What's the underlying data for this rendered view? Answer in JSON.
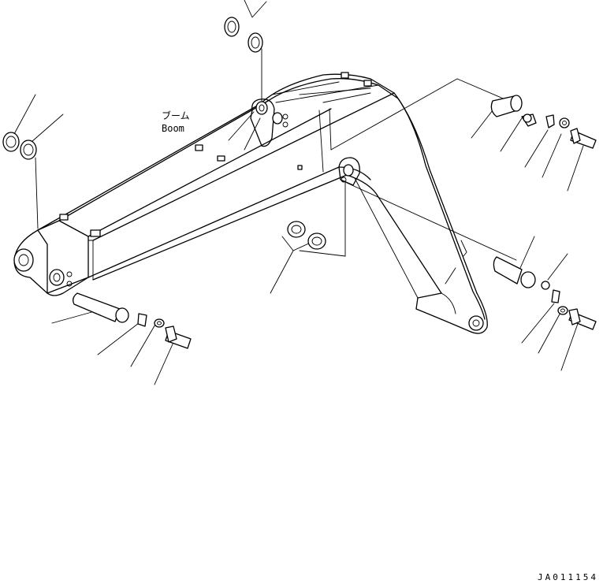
{
  "label_jp": "ブーム",
  "label_en": "Boom",
  "drawing_code": "JA011154"
}
